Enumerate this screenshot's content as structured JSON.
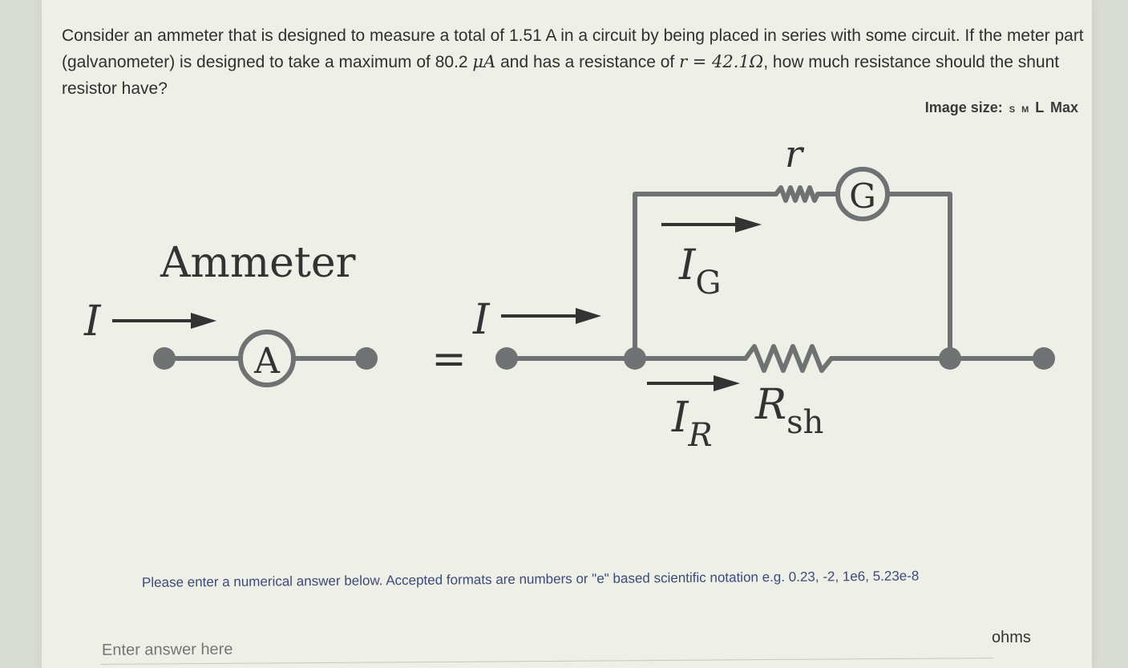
{
  "question": {
    "part1": "Consider an ammeter that is designed to measure a total of 1.51 A in a circuit by being placed in series with some circuit. If the meter part (galvanometer) is designed to take a maximum of 80.2 ",
    "mu_a": "μA",
    "part2": " and has a resistance of ",
    "r_eq": "r = 42.1Ω",
    "part3": ", how much resistance should the shunt resistor have?"
  },
  "image_size": {
    "label": "Image size:",
    "options": [
      "S",
      "M",
      "L",
      "Max"
    ]
  },
  "diagram": {
    "ammeter_label": "Ammeter",
    "current_label": "I",
    "ammeter_symbol": "A",
    "equals": "=",
    "r_label": "r",
    "galvanometer_symbol": "G",
    "ig_main": "I",
    "ig_sub": "G",
    "ir_main": "I",
    "ir_sub": "R",
    "rsh_main": "R",
    "rsh_sub": "sh"
  },
  "instructions": "Please enter a numerical answer below. Accepted formats are numbers or \"e\" based scientific notation e.g. 0.23, -2, 1e6, 5.23e-8",
  "answer": {
    "placeholder": "Enter answer here",
    "value": "",
    "unit": "ohms"
  }
}
